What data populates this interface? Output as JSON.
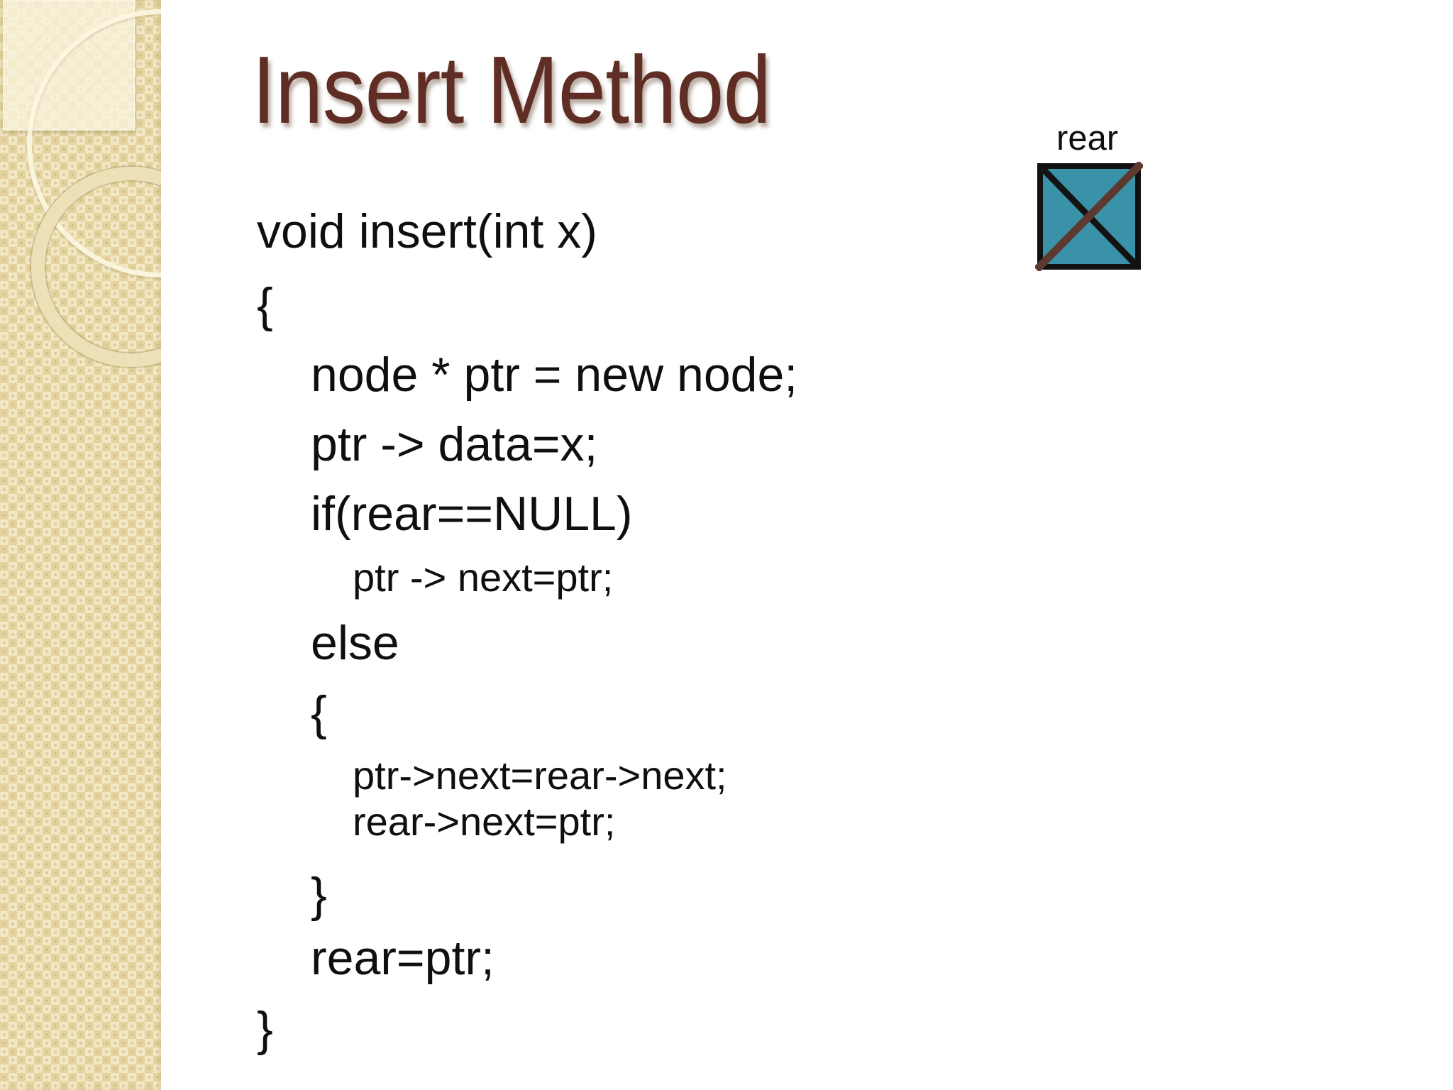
{
  "slide": {
    "title": "Insert Method",
    "title_color": "#5F2D24",
    "background_color": "#FFFFFF",
    "sidebar_color": "#E8D9A6"
  },
  "code": {
    "lines": [
      {
        "text": "void insert(int x)"
      },
      {
        "text": "{"
      },
      {
        "text": "node * ptr = new node;"
      },
      {
        "text": "ptr -> data=x;"
      },
      {
        "text": "if(rear==NULL)"
      },
      {
        "text": "ptr -> next=ptr;"
      },
      {
        "text": "else"
      },
      {
        "text": "{"
      },
      {
        "text": "ptr->next=rear->next;"
      },
      {
        "text": "rear->next=ptr;"
      },
      {
        "text": "}"
      },
      {
        "text": "rear=ptr;"
      },
      {
        "text": "}"
      }
    ]
  },
  "diagram": {
    "pointer_label": "rear",
    "node_fill_color": "#3A92A8",
    "node_border_color": "#111111",
    "null_slash_color": "#5E3930"
  }
}
